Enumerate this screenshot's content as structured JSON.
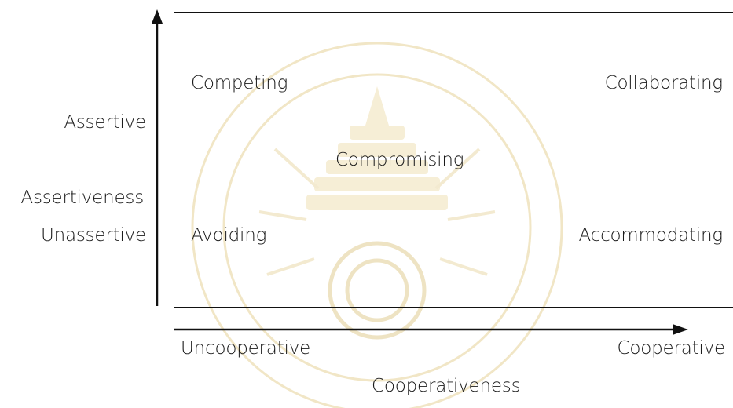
{
  "diagram": {
    "quadrants": {
      "top_left": "Competing",
      "top_right": "Collaborating",
      "center": "Compromising",
      "bottom_left": "Avoiding",
      "bottom_right": "Accommodating"
    },
    "y_axis": {
      "high": "Assertive",
      "title": "Assertiveness",
      "low": "Unassertive"
    },
    "x_axis": {
      "low": "Uncooperative",
      "high": "Cooperative",
      "title": "Cooperativeness"
    },
    "colors": {
      "line": "#111111",
      "watermark": "#f3e9c8"
    }
  }
}
